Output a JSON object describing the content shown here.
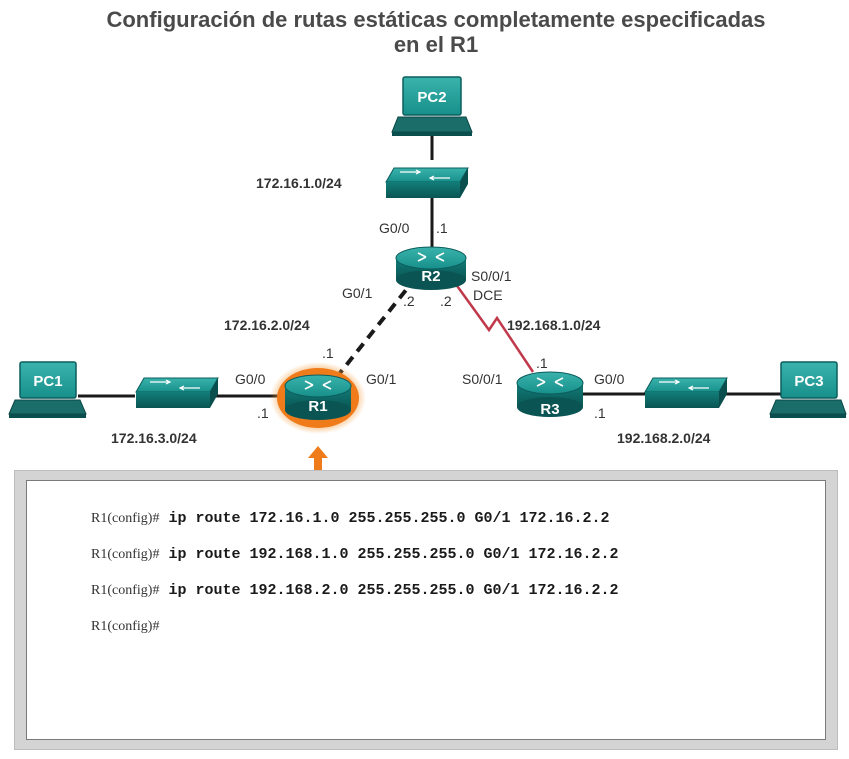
{
  "title": {
    "line1": "Configuración de rutas estáticas completamente especificadas",
    "line2": "en el R1"
  },
  "devices": {
    "pc1": "PC1",
    "pc2": "PC2",
    "pc3": "PC3",
    "r1": "R1",
    "r2": "R2",
    "r3": "R3"
  },
  "networks": {
    "net_pc2": "172.16.1.0/24",
    "net_r1_r2": "172.16.2.0/24",
    "net_r2_r3": "192.168.1.0/24",
    "net_pc1": "172.16.3.0/24",
    "net_pc3": "192.168.2.0/24"
  },
  "interfaces": {
    "r2_g00": "G0/0",
    "r2_g00_addr": ".1",
    "r2_g01": "G0/1",
    "r2_g01_addr": ".2",
    "r2_s001": "S0/0/1",
    "r2_s001_addr": ".2",
    "r2_dce": "DCE",
    "r1_g01_addr": ".1",
    "r1_g00": "G0/0",
    "r1_g00_addr": ".1",
    "r1_g01": "G0/1",
    "r3_s001": "S0/0/1",
    "r3_s001_addr": ".1",
    "r3_g00": "G0/0",
    "r3_g00_addr": ".1"
  },
  "colors": {
    "device_teal": "#148c8a",
    "device_dark": "#0b5e5d",
    "serial_link": "#c0394b",
    "highlight": "#f07b1a",
    "link": "#1a1a1a"
  },
  "terminal": {
    "lines": [
      {
        "prompt": "R1(config)#",
        "command": " ip route 172.16.1.0 255.255.255.0 G0/1 172.16.2.2"
      },
      {
        "prompt": "R1(config)#",
        "command": " ip route 192.168.1.0 255.255.255.0 G0/1 172.16.2.2"
      },
      {
        "prompt": "R1(config)#",
        "command": " ip route 192.168.2.0 255.255.255.0 G0/1 172.16.2.2"
      },
      {
        "prompt": "R1(config)#",
        "command": ""
      }
    ]
  }
}
